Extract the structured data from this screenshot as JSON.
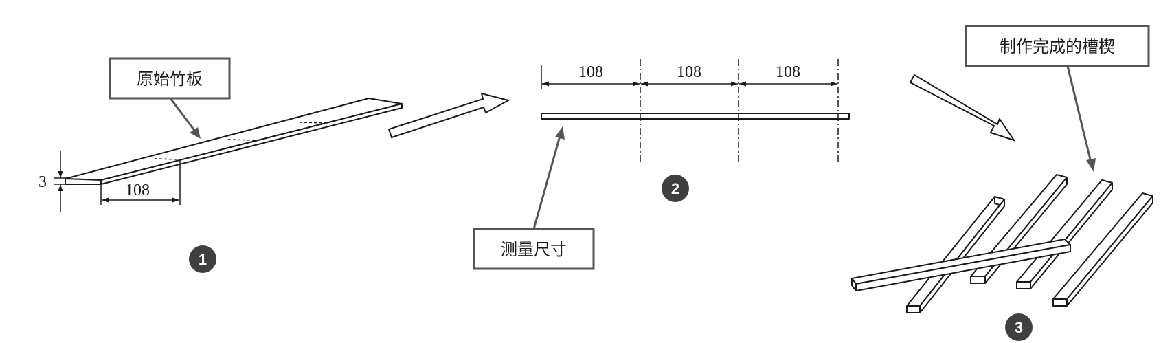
{
  "labels": {
    "raw_bamboo": "原始竹板",
    "measure": "测量尺寸",
    "finished": "制作完成的槽楔"
  },
  "dimensions": {
    "thickness": "3",
    "segment_stage1": "108",
    "segments_stage2": [
      "108",
      "108",
      "108"
    ]
  },
  "steps": [
    "1",
    "2",
    "3"
  ],
  "colors": {
    "line": "#1a1a1a",
    "label_border": "#555555",
    "step_circle": "#404040"
  }
}
